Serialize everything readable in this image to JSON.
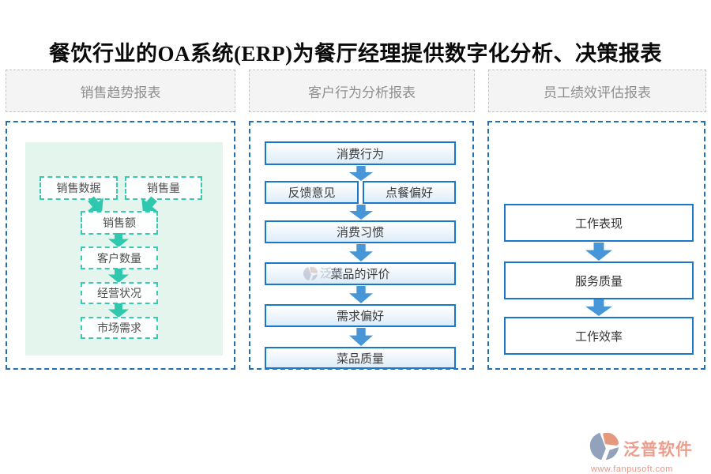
{
  "page_title": "餐饮行业的OA系统(ERP)为餐厅经理提供数字化分析、决策报表",
  "columns": [
    {
      "header": "销售趋势报表",
      "nodes": [
        "销售数据",
        "销售量",
        "销售额",
        "客户数量",
        "经营状况",
        "市场需求"
      ]
    },
    {
      "header": "客户行为分析报表",
      "nodes": [
        "消费行为",
        "反馈意见",
        "点餐偏好",
        "消费习惯",
        "菜品的评价",
        "需求偏好",
        "菜品质量"
      ]
    },
    {
      "header": "员工绩效评估报表",
      "nodes": [
        "工作表现",
        "服务质量",
        "工作效率"
      ]
    }
  ],
  "watermark": {
    "text": "泛普"
  },
  "logo": {
    "name": "泛普软件",
    "url": "www.fanpusoft.com"
  },
  "colors": {
    "teal_accent": "#2fc7ae",
    "mint_panel": "#e4f5ee",
    "blue_box_border": "#1778ce",
    "blue_arrow": "#4696d8",
    "panel_dashed_border": "#2270b3",
    "header_bg": "#f4f4f4",
    "header_text": "#8f8f8f",
    "logo_salmon": "#ec9e8d",
    "logo_grayblue": "#92a2bd"
  }
}
